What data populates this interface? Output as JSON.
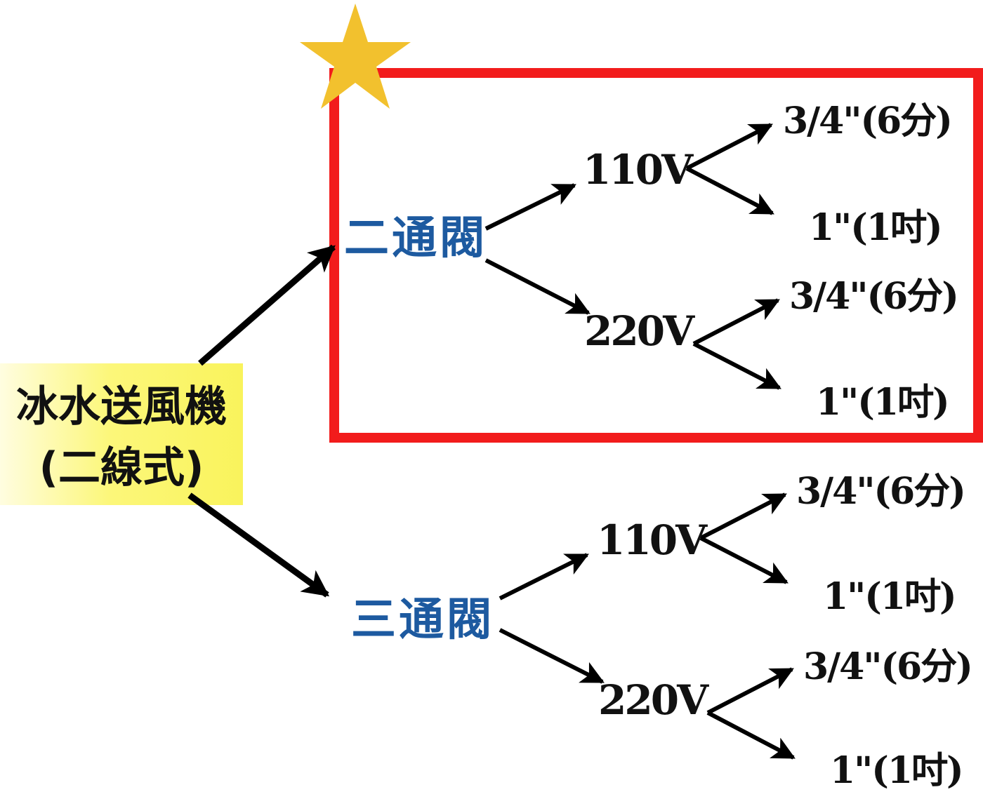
{
  "root": {
    "line1": "冰水送風機",
    "line2": "(二線式)"
  },
  "branches": [
    {
      "valve": "二通閥",
      "highlighted": true,
      "voltages": [
        {
          "label": "110V",
          "sizes": [
            "3/4\"(6分)",
            "1\"(1吋)"
          ]
        },
        {
          "label": "220V",
          "sizes": [
            "3/4\"(6分)",
            "1\"(1吋)"
          ]
        }
      ]
    },
    {
      "valve": "三通閥",
      "highlighted": false,
      "voltages": [
        {
          "label": "110V",
          "sizes": [
            "3/4\"(6分)",
            "1\"(1吋)"
          ]
        },
        {
          "label": "220V",
          "sizes": [
            "3/4\"(6分)",
            "1\"(1吋)"
          ]
        }
      ]
    }
  ],
  "colors": {
    "highlight_frame": "#f21c1c",
    "star": "#f2c12e",
    "valve_text": "#1d5aa0",
    "root_fill": "#f9f35c",
    "arrow": "#000000"
  },
  "icons": {
    "highlight_marker": "star-icon"
  }
}
